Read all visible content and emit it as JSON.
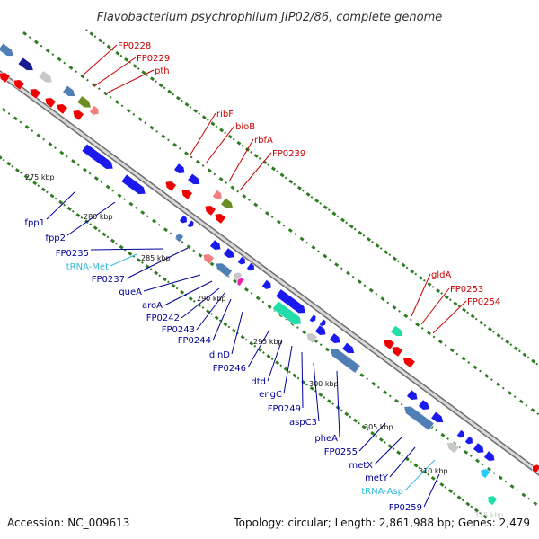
{
  "title": "Flavobacterium psychrophilum JIP02/86, complete genome",
  "footer": {
    "accession": "Accession: NC_009613",
    "info": "Topology: circular; Length: 2,861,988 bp; Genes: 2,479"
  },
  "kbp_labels": [
    "275 kbp",
    "280 kbp",
    "285 kbp",
    "290 kbp",
    "295 kbp",
    "300 kbp",
    "305 kbp",
    "310 kbp",
    "315 kbp"
  ],
  "gene_labels_outer": [
    "FP0228",
    "FP0229",
    "pth",
    "ribF",
    "bioB",
    "rbfA",
    "FP0239",
    "gldA",
    "FP0253",
    "FP0254"
  ],
  "gene_labels_inner": [
    "fpp1",
    "fpp2",
    "FP0235",
    "tRNA-Met",
    "FP0237",
    "queA",
    "aroA",
    "FP0242",
    "FP0243",
    "FP0244",
    "dinD",
    "FP0246",
    "dtd",
    "engC",
    "FP0249",
    "aspC3",
    "pheA",
    "FP0255",
    "metX",
    "metY",
    "tRNA-Asp",
    "FP0259"
  ],
  "colors": {
    "outer_label": "#cc0000",
    "inner_label": "#000099",
    "trna_label": "#33bbdd",
    "backbone": "#8c8c8c",
    "tick": "#2e7d22",
    "gene_red": "#ee0000",
    "gene_blue": "#1a1aee",
    "gene_steel": "#4f7fb5",
    "gene_navy": "#1a1a90",
    "gene_olive": "#6b8e23",
    "gene_pink": "#f08080",
    "gene_gray": "#c8c8c8",
    "gene_teal": "#22ddaa",
    "gene_cyan": "#22ccff",
    "gene_magenta": "#ee22aa"
  }
}
